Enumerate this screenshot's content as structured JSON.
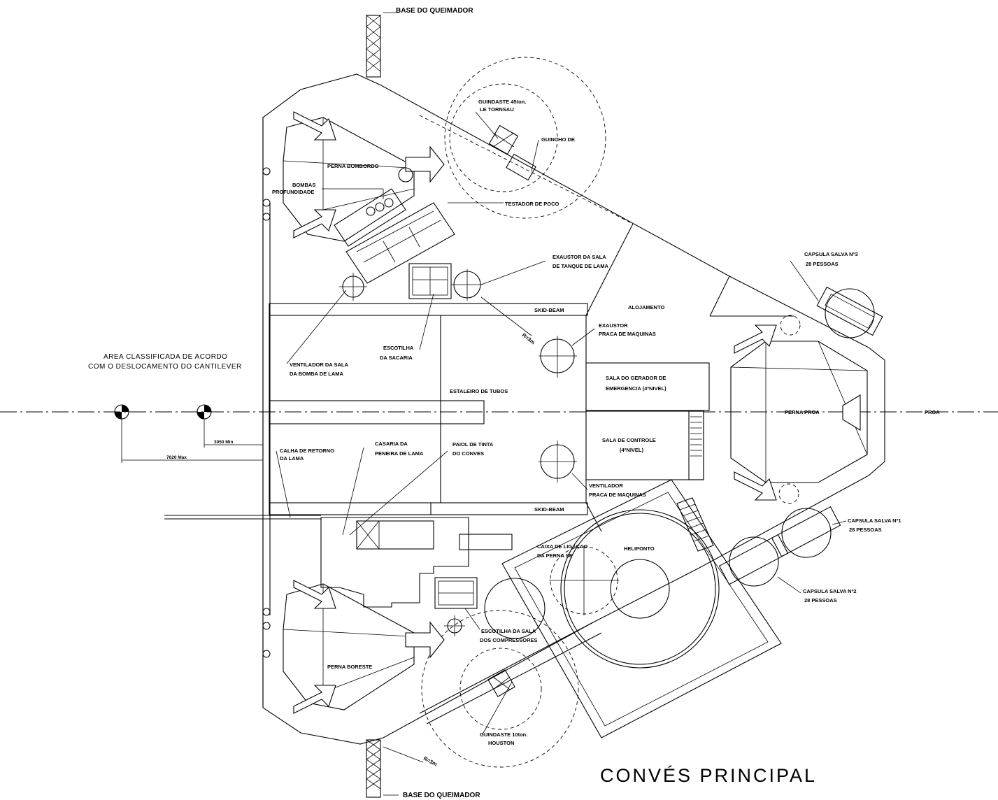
{
  "title": "CONVÉS PRINCIPAL",
  "labels": {
    "base_queimador_top": "BASE DO QUEIMADOR",
    "base_queimador_bottom": "BASE DO QUEIMADOR",
    "guindaste_45_l1": "GUINDASTE 45ton.",
    "guindaste_45_l2": "LE TORNSAU",
    "guincho": "GUINCHO DE",
    "perna_bombordo": "PERNA BOMBORDO",
    "bombas_l1": "BOMBAS",
    "bombas_l2": "PROFUNDIDADE",
    "testador": "TESTADOR DE POCO",
    "exaustor_lama_l1": "EXAUSTOR DA SALA",
    "exaustor_lama_l2": "DE TANQUE DE LAMA",
    "capsula3_l1": "CAPSULA SALVA Nº3",
    "capsula3_l2": "28 PESSOAS",
    "skid_beam_top": "SKID-BEAM",
    "alojamento": "ALOJAMENTO",
    "radius_top": "R=3m",
    "exaustor_maq_l1": "EXAUSTOR",
    "exaustor_maq_l2": "PRACA DE MAQUINAS",
    "escotilha_sacaria_l1": "ESCOTILHA",
    "escotilha_sacaria_l2": "DA SACARIA",
    "area_l1": "AREA CLASSIFICADA DE ACORDO",
    "area_l2": "COM O DESLOCAMENTO DO CANTILEVER",
    "ventilador_lama_l1": "VENTILADOR DA SALA",
    "ventilador_lama_l2": "DA BOMBA DE LAMA",
    "sala_gerador_l1": "SALA DO GERADOR DE",
    "sala_gerador_l2": "EMERGENCIA (4ºNIVEL)",
    "estaleiro": "ESTALEIRO DE TUBOS",
    "perna_proa": "PERNA PROA",
    "proa": "PROA",
    "dim_3050": "3050 Min",
    "dim_7620": "7620 Max",
    "calha_l1": "CALHA DE RETORNO",
    "calha_l2": "DA LAMA",
    "casaria_l1": "CASARIA DA",
    "casaria_l2": "PENEIRA DE LAMA",
    "paiol_l1": "PAIOL DE TINTA",
    "paiol_l2": "DO CONVES",
    "sala_controle_l1": "SALA DE CONTROLE",
    "sala_controle_l2": "(4ºNIVEL)",
    "ventilador_maq_l1": "VENTILADOR",
    "ventilador_maq_l2": "PRACA DE MAQUINAS",
    "skid_beam_bottom": "SKID-BEAM",
    "capsula1_l1": "CAPSULA SALVA Nº1",
    "capsula1_l2": "28 PESSOAS",
    "caixa_l1": "CAIXA DE LIGAÇAO",
    "caixa_l2": "DA PERNA SE",
    "heliponto": "HELIPONTO",
    "capsula2_l1": "CAPSULA SALVA Nº2",
    "capsula2_l2": "28 PESSOAS",
    "escotilha_comp_l1": "ESCOTILHA DA SALA",
    "escotilha_comp_l2": "DOS COMPRESSORES",
    "perna_boreste": "PERNA BORESTE",
    "guindaste_10_l1": "GUINDASTE 10ton.",
    "guindaste_10_l2": "HOUSTON",
    "radius_bottom": "R=3m"
  }
}
